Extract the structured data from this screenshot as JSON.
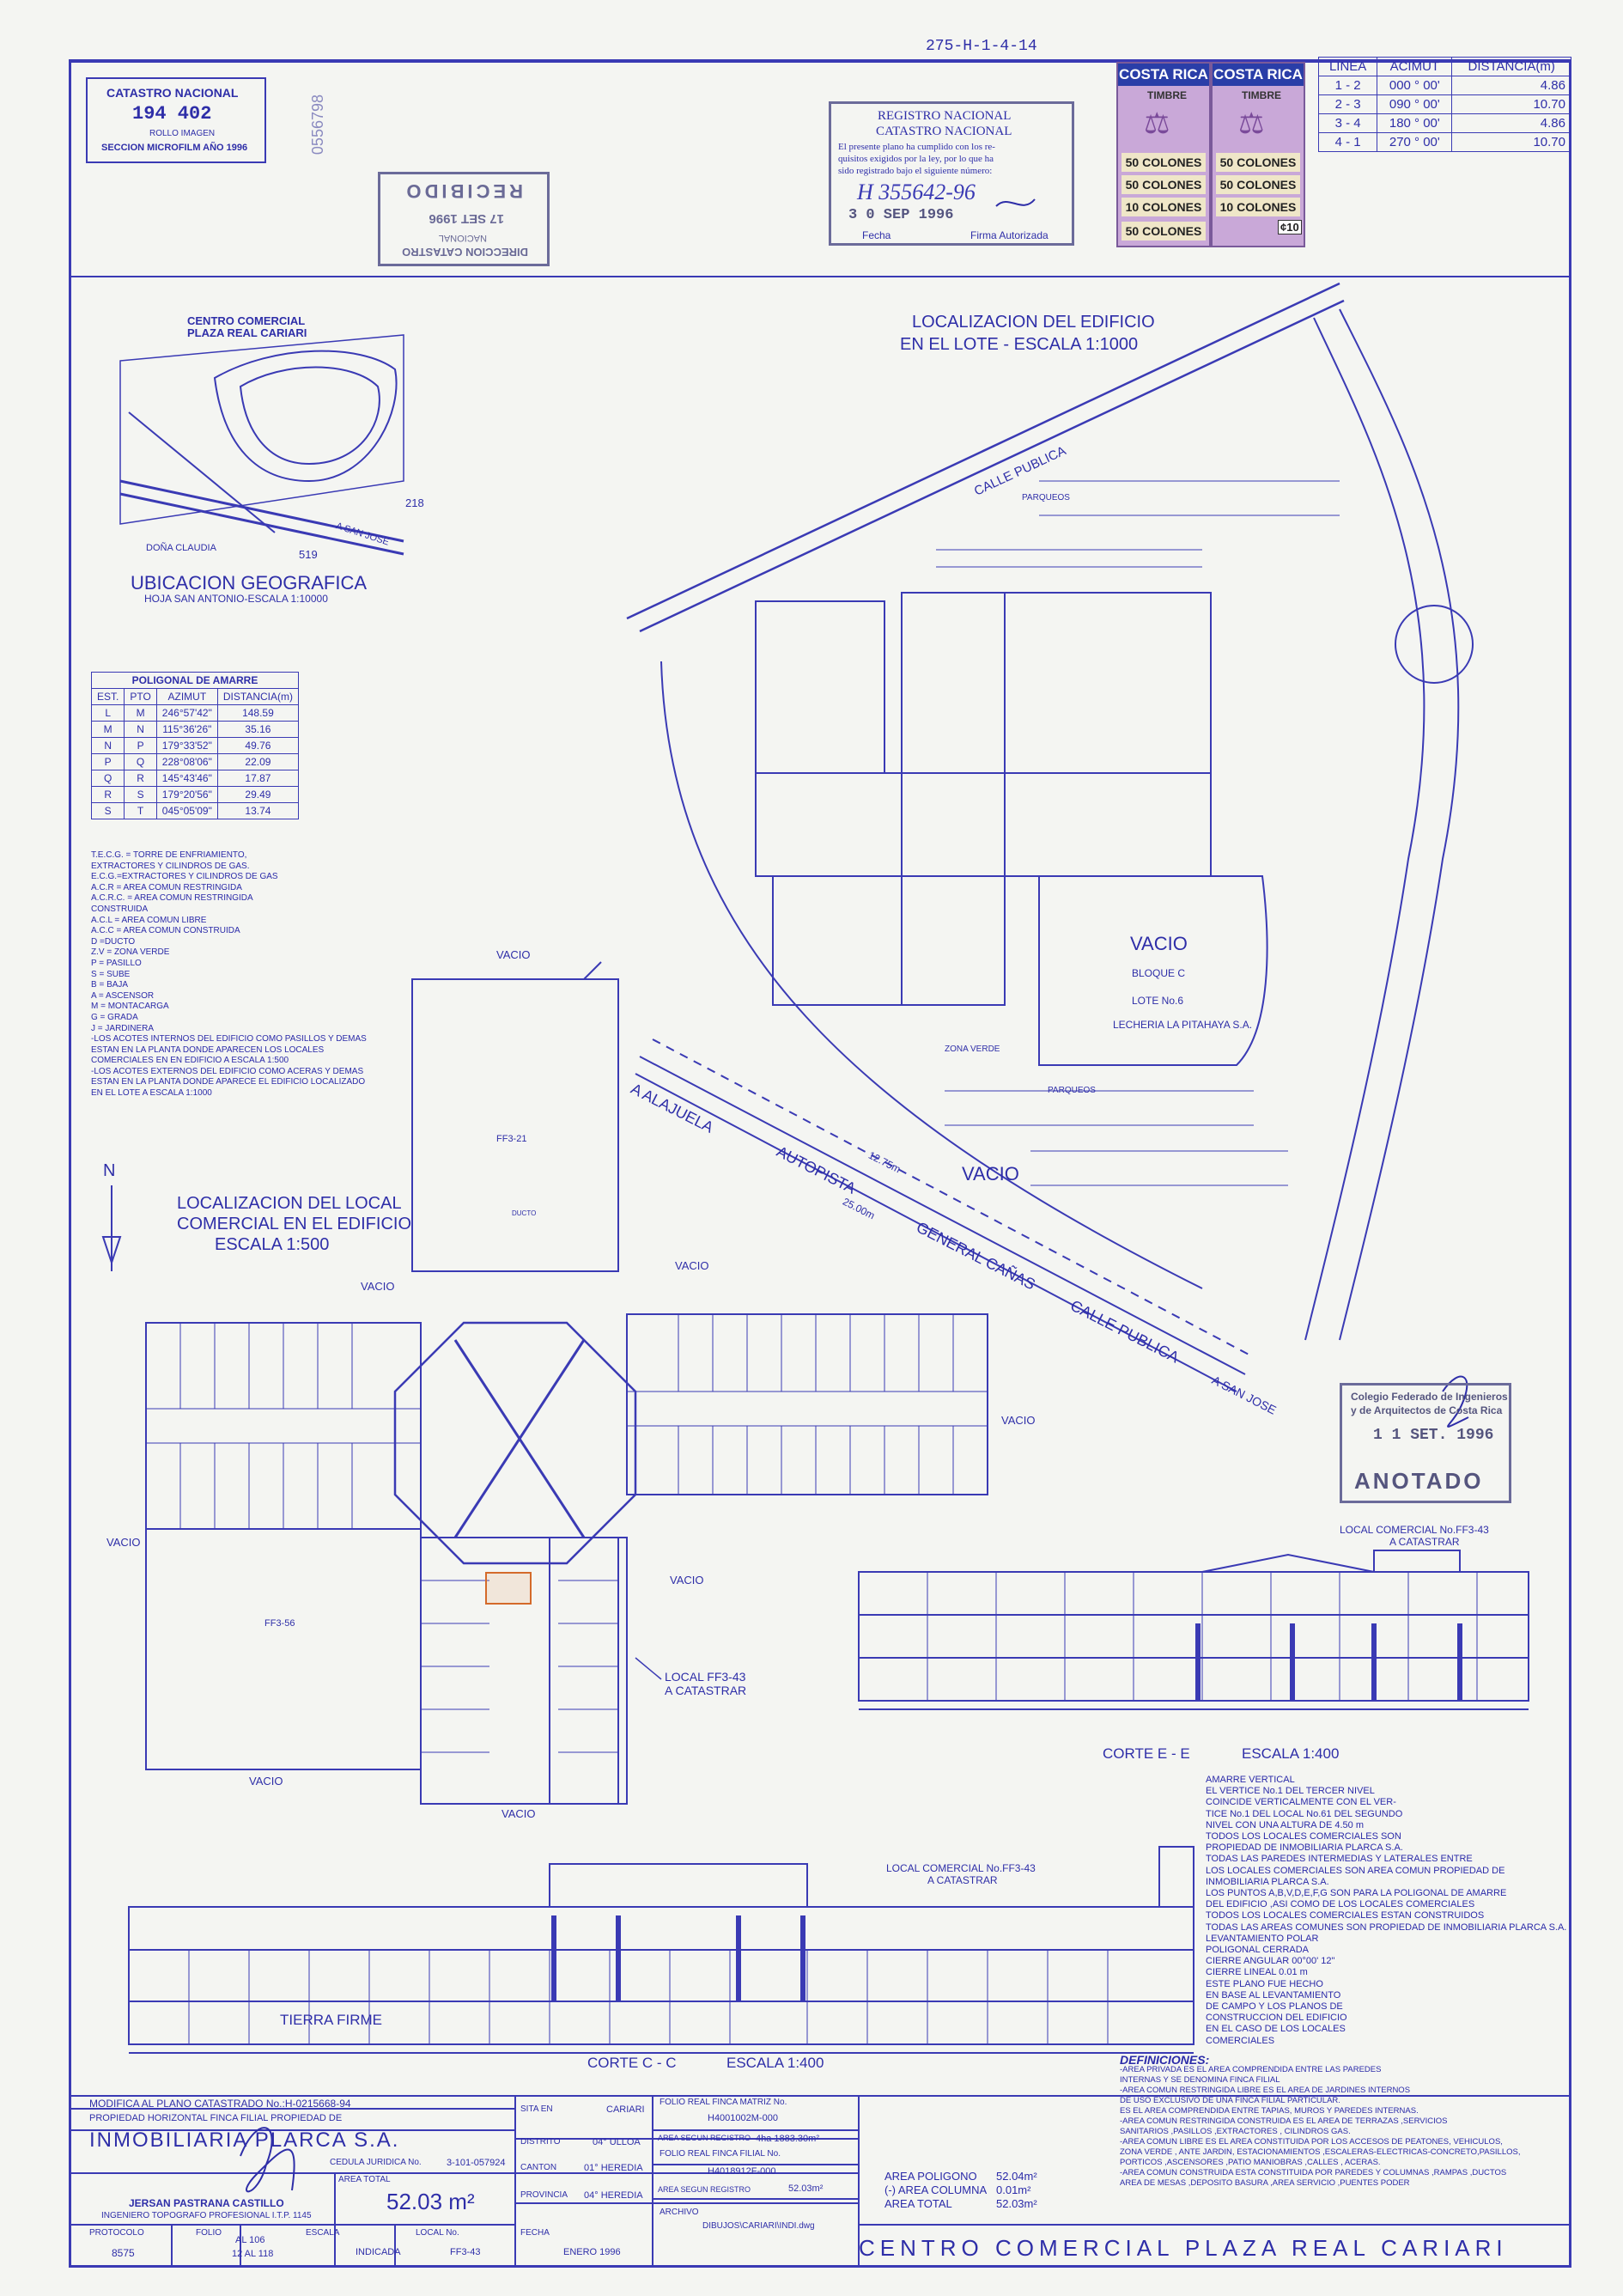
{
  "header": {
    "ref_number": "275-H-1-4-14",
    "catastro": {
      "title": "CATASTRO NACIONAL",
      "number": "194 402",
      "line1": "ROLLO IMAGEN",
      "line2": "SECCION MICROFILM AÑO 1996"
    },
    "serial_vertical": "0556798"
  },
  "received_stamp": {
    "line1": "DIRECCION CATASTRO",
    "line2": "NACIONAL",
    "date": "17 SET 1996",
    "word": "RECIBIDO"
  },
  "registro": {
    "title1": "REGISTRO NACIONAL",
    "title2": "CATASTRO NACIONAL",
    "body1": "El presente plano ha cumplido con los re-",
    "body2": "quisitos exigidos por la ley, por lo que ha",
    "body3": "sido registrado bajo el siguiente número:",
    "number": "H 355642-96",
    "date": "3 0 SEP 1996",
    "label_fecha": "Fecha",
    "label_firma": "Firma Autorizada"
  },
  "stamps": {
    "country": "COSTA RICA",
    "kind": "TIMBRE",
    "values": [
      "50 COLONES",
      "50 COLONES",
      "10 COLONES",
      "50 COLONES"
    ],
    "small": "¢10"
  },
  "lines_table": {
    "headers": [
      "LINEA",
      "ACIMUT",
      "DISTANCIA(m)"
    ],
    "rows": [
      [
        "1 - 2",
        "000 ° 00'",
        "4.86"
      ],
      [
        "2 - 3",
        "090 ° 00'",
        "10.70"
      ],
      [
        "3 - 4",
        "180 ° 00'",
        "4.86"
      ],
      [
        "4 - 1",
        "270 ° 00'",
        "10.70"
      ]
    ]
  },
  "ubicacion": {
    "label_cc": "CENTRO COMERCIAL",
    "label_cc2": "PLAZA REAL CARIARI",
    "num_218": "218",
    "num_519": "519",
    "dona_claudia": "DOÑA CLAUDIA",
    "a_sanjose": "A SAN JOSE",
    "title": "UBICACION GEOGRAFICA",
    "subtitle": "HOJA SAN ANTONIO-ESCALA 1:10000"
  },
  "poligonal": {
    "title": "POLIGONAL DE AMARRE",
    "headers": [
      "EST.",
      "PTO",
      "AZIMUT",
      "DISTANCIA(m)"
    ],
    "rows": [
      [
        "L",
        "M",
        "246°57'42\"",
        "148.59"
      ],
      [
        "M",
        "N",
        "115°36'26\"",
        "35.16"
      ],
      [
        "N",
        "P",
        "179°33'52\"",
        "49.76"
      ],
      [
        "P",
        "Q",
        "228°08'06\"",
        "22.09"
      ],
      [
        "Q",
        "R",
        "145°43'46\"",
        "17.87"
      ],
      [
        "R",
        "S",
        "179°20'56\"",
        "29.49"
      ],
      [
        "S",
        "T",
        "045°05'09\"",
        "13.74"
      ]
    ]
  },
  "legend": [
    "T.E.C.G. = TORRE DE ENFRIAMIENTO,",
    "EXTRACTORES Y CILINDROS DE GAS.",
    "E.C.G.=EXTRACTORES Y CILINDROS DE GAS",
    "A.C.R = AREA COMUN RESTRINGIDA",
    "A.C.R.C. = AREA COMUN RESTRINGIDA",
    "CONSTRUIDA",
    "A.C.L = AREA COMUN LIBRE",
    "A.C.C = AREA COMUN CONSTRUIDA",
    "D =DUCTO",
    "Z.V = ZONA VERDE",
    "P = PASILLO",
    "S = SUBE",
    "B = BAJA",
    "A = ASCENSOR",
    "M = MONTACARGA",
    "G = GRADA",
    "J = JARDINERA",
    "-LOS ACOTES INTERNOS DEL EDIFICIO COMO PASILLOS Y DEMAS",
    "ESTAN EN LA PLANTA DONDE APARECEN LOS LOCALES",
    "COMERCIALES EN EN EDIFICIO A ESCALA 1:500",
    "-LOS ACOTES EXTERNOS DEL EDIFICIO COMO ACERAS Y DEMAS",
    "ESTAN EN LA PLANTA DONDE APARECE EL EDIFICIO LOCALIZADO",
    "EN EL LOTE A ESCALA 1:1000"
  ],
  "lote_plan": {
    "title1": "LOCALIZACION DEL EDIFICIO",
    "title2": "EN EL LOTE - ESCALA 1:1000",
    "calle_publica": "CALLE PUBLICA",
    "vacio": "VACIO",
    "bloque": "BLOQUE C",
    "lote": "LOTE No.6",
    "lecheria": "LECHERIA LA PITAHAYA S.A.",
    "parqueos": "PARQUEOS",
    "zona_verde": "ZONA VERDE",
    "autopista1": "A ALAJUELA",
    "autopista2": "AUTOPISTA",
    "autopista3": "GENERAL CAÑAS",
    "autopista4": "CALLE PUBLICA",
    "a_sanjose": "A SAN JOSE",
    "dist1": "12.75m",
    "dist2": "25.00m"
  },
  "local_plan": {
    "title1": "LOCALIZACION DEL LOCAL",
    "title2": "COMERCIAL EN EL EDIFICIO",
    "title3": "ESCALA 1:500",
    "vacio": "VACIO",
    "ff321": "FF3-21",
    "ff356": "FF3-56",
    "local_label1": "LOCAL FF3-43",
    "local_label2": "A CATASTRAR",
    "ducto": "DUCTO",
    "north": "N"
  },
  "anotado_stamp": {
    "line1": "Colegio Federado de Ingenieros",
    "line2": "y de Arquitectos de Costa Rica",
    "date": "1 1 SET. 1996",
    "word": "ANOTADO"
  },
  "corte_ee": {
    "title": "CORTE E - E",
    "scale": "ESCALA 1:400",
    "local1": "LOCAL COMERCIAL No.FF3-43",
    "local2": "A CATASTRAR"
  },
  "corte_cc": {
    "title": "CORTE C - C",
    "scale": "ESCALA 1:400",
    "local1": "LOCAL COMERCIAL No.FF3-43",
    "local2": "A CATASTRAR",
    "tierra": "TIERRA FIRME"
  },
  "notes": [
    "AMARRE VERTICAL",
    "EL VERTICE No.1 DEL TERCER NIVEL",
    "COINCIDE VERTICALMENTE CON EL VER-",
    "TICE No.1 DEL LOCAL No.61 DEL SEGUNDO",
    "NIVEL CON UNA ALTURA DE 4.50 m",
    "TODOS LOS LOCALES COMERCIALES SON",
    "PROPIEDAD DE INMOBILIARIA PLARCA S.A.",
    "TODAS LAS PAREDES INTERMEDIAS Y LATERALES ENTRE",
    "LOS LOCALES COMERCIALES SON AREA COMUN PROPIEDAD DE",
    "INMOBILIARIA PLARCA S.A.",
    "LOS PUNTOS A,B,V,D,E,F,G SON PARA LA POLIGONAL DE AMARRE",
    "DEL EDIFICIO ,ASI COMO DE LOS LOCALES COMERCIALES",
    "TODOS LOS LOCALES COMERCIALES ESTAN CONSTRUIDOS",
    "TODAS LAS AREAS COMUNES SON PROPIEDAD DE INMOBILIARIA PLARCA S.A.",
    "LEVANTAMIENTO POLAR",
    "POLIGONAL CERRADA",
    "CIERRE ANGULAR 00°00' 12\"",
    "CIERRE LINEAL 0.01 m",
    "ESTE PLANO FUE HECHO",
    "EN BASE AL LEVANTAMIENTO",
    "DE CAMPO Y LOS PLANOS DE",
    "CONSTRUCCION DEL EDIFICIO",
    "EN EL CASO DE LOS LOCALES",
    "COMERCIALES"
  ],
  "definiciones": {
    "title": "DEFINICIONES:",
    "lines": [
      "-AREA PRIVADA ES EL AREA COMPRENDIDA ENTRE LAS PAREDES",
      "INTERNAS Y SE DENOMINA FINCA FILIAL",
      "-AREA COMUN RESTRINGIDA LIBRE ES EL AREA DE JARDINES INTERNOS",
      "DE USO EXCLUSIVO DE UNA FINCA FILIAL PARTICULAR.",
      "ES EL AREA COMPRENDIDA ENTRE TAPIAS, MUROS Y PAREDES INTERNAS.",
      "-AREA COMUN RESTRINGIDA CONSTRUIDA ES EL AREA DE TERRAZAS ,SERVICIOS",
      "SANITARIOS ,PASILLOS ,EXTRACTORES , CILINDROS GAS.",
      "-AREA COMUN LIBRE ES EL AREA CONSTITUIDA POR LOS ACCESOS DE PEATONES, VEHICULOS,",
      "ZONA VERDE , ANTE JARDIN, ESTACIONAMIENTOS ,ESCALERAS-ELECTRICAS-CONCRETO,PASILLOS,",
      "PORTICOS ,ASCENSORES ,PATIO MANIOBRAS ,CALLES , ACERAS.",
      "-AREA COMUN CONSTRUIDA ESTA CONSTITUIDA POR PAREDES Y COLUMNAS ,RAMPAS ,DUCTOS",
      "AREA DE MESAS ,DEPOSITO BASURA ,AREA SERVICIO ,PUENTES PODER"
    ]
  },
  "areas": {
    "poligono_label": "AREA POLIGONO",
    "poligono": "52.04m²",
    "columna_label": "(-) AREA COLUMNA",
    "columna": "0.01m²",
    "total_label": "AREA TOTAL",
    "total": "52.03m²"
  },
  "title_block": {
    "modifica": "MODIFICA AL PLANO CATASTRADO No.:H-0215668-94",
    "propiedad_label": "PROPIEDAD HORIZONTAL FINCA FILIAL PROPIEDAD DE",
    "owner": "INMOBILIARIA PLARCA S.A.",
    "cedula_label": "CEDULA JURIDICA No.",
    "cedula": "3-101-057924",
    "area_total_label": "AREA TOTAL",
    "area_total": "52.03 m²",
    "engineer": "JERSAN PASTRANA CASTILLO",
    "engineer_title": "INGENIERO TOPOGRAFO PROFESIONAL I.T.P. 1145",
    "protocolo_label": "PROTOCOLO",
    "protocolo": "8575",
    "folio_label": "FOLIO",
    "folio1": "AL 106",
    "folio2": "12 AL 118",
    "escala_label": "ESCALA",
    "escala": "INDICADA",
    "local_label": "LOCAL No.",
    "local": "FF3-43",
    "sita_label": "SITA EN",
    "sita": "CARIARI",
    "distrito_label": "DISTRITO",
    "distrito": "04° ULLOA",
    "canton_label": "CANTON",
    "canton": "01° HEREDIA",
    "provincia_label": "PROVINCIA",
    "provincia": "04° HEREDIA",
    "fecha_label": "FECHA",
    "fecha": "ENERO 1996",
    "folio_matriz_label": "FOLIO REAL FINCA MATRIZ No.",
    "folio_matriz": "H4001002M-000",
    "area_registro_label": "AREA SEGUN REGISTRO",
    "area_registro_matriz": "4ha 1883.30m²",
    "folio_filial_label": "FOLIO REAL FINCA FILIAL No.",
    "folio_filial": "H4018912F-000",
    "area_registro_filial": "52.03m²",
    "archivo_label": "ARCHIVO",
    "archivo": "DIBUJOS\\CARIARI\\INDI.dwg",
    "project": "CENTRO COMERCIAL PLAZA REAL CARIARI"
  }
}
